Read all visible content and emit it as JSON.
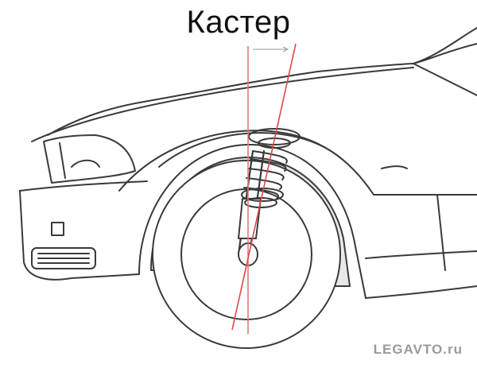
{
  "title": "Кастер",
  "watermark": "LEGAVTO.ru",
  "colors": {
    "outline": "#3a3a3a",
    "fill": "#e8e8e8",
    "axis_line": "#d94a4a",
    "vertical_line": "#e07a7a",
    "watermark": "#9a9a9a"
  },
  "icons": {
    "car": "car-front-outline",
    "wheel": "wheel",
    "strut": "coil-spring-strut"
  }
}
